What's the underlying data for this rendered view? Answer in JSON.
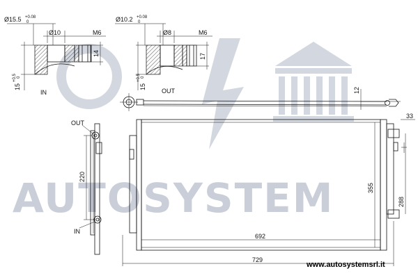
{
  "watermark": {
    "text": "AUTOSYSTEM",
    "color": "#c9ced8"
  },
  "website": "www.autosystemsrl.it",
  "fitting_in": {
    "port_label": "IN",
    "outer_diameter": "Ø15.5",
    "outer_tol_plus": "+0.08",
    "outer_tol_zero": "0",
    "bore": "Ø10",
    "thread": "M6",
    "height": "14",
    "depth": "15",
    "depth_tol_plus": "+0.5",
    "depth_tol_zero": "0"
  },
  "fitting_out": {
    "port_label": "OUT",
    "outer_diameter": "Ø10.2",
    "outer_tol_plus": "+0.08",
    "outer_tol_zero": "0",
    "bore": "Ø8",
    "thread": "M6",
    "height": "17",
    "depth": "15",
    "depth_tol_plus": "+0.5",
    "depth_tol_zero": "0"
  },
  "side_view": {
    "out_label": "OUT",
    "in_label": "IN",
    "port_spacing": "220"
  },
  "front_view": {
    "dim_core_width": "692",
    "dim_overall_width": "729",
    "dim_core_height": "355",
    "dim_overall_height": "288",
    "dim_bracket": "33",
    "dim_pipe_offset": "12"
  }
}
